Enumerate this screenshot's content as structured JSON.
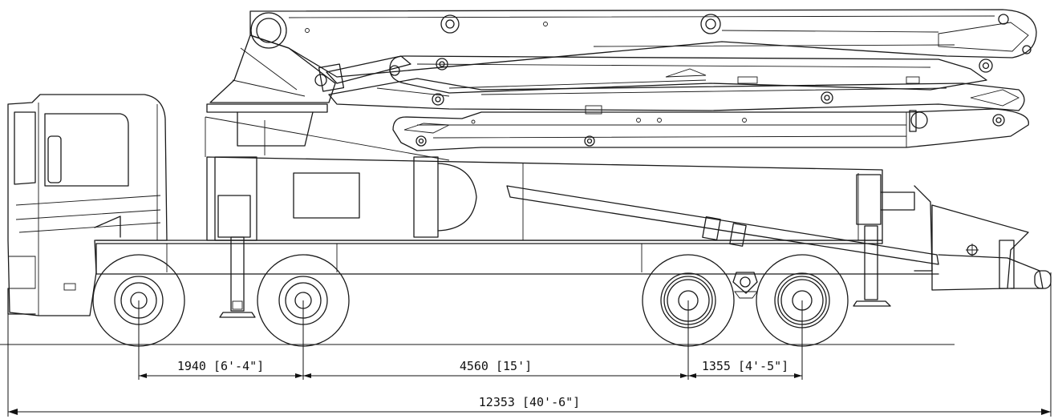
{
  "dimensions": {
    "axle_1_2": "1940 [6'-4\"]",
    "axle_2_3": "4560 [15']",
    "axle_3_4": "1355 [4'-5\"]",
    "overall_length": "12353 [40'-6\"]"
  },
  "colors": {
    "line": "#1a1a1a",
    "background": "#ffffff"
  }
}
